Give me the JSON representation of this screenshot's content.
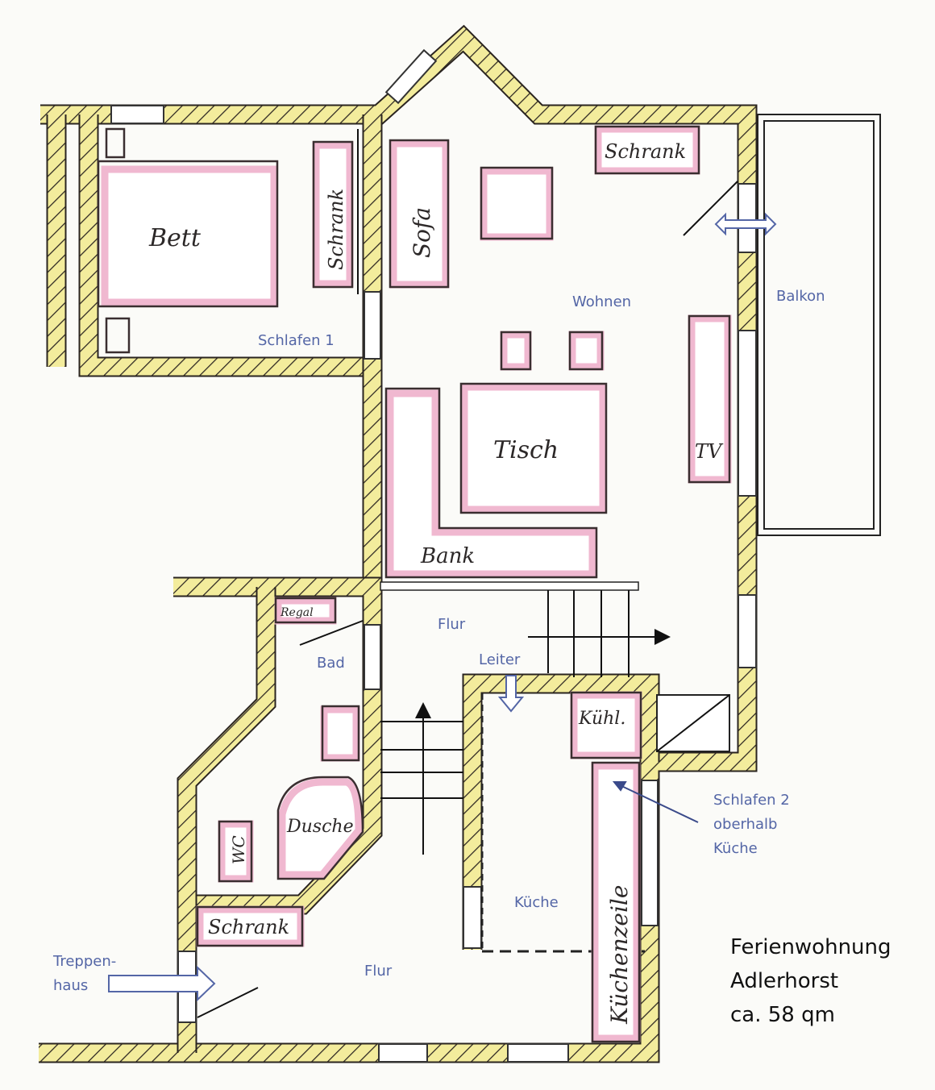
{
  "title": {
    "line1": "Ferienwohnung",
    "line2": "Adlerhorst",
    "line3": "ca. 58 qm"
  },
  "rooms": {
    "schlafen1": "Schlafen 1",
    "wohnen": "Wohnen",
    "balkon": "Balkon",
    "flur_upper": "Flur",
    "bad": "Bad",
    "leiter": "Leiter",
    "schlafen2_l1": "Schlafen 2",
    "schlafen2_l2": "oberhalb",
    "schlafen2_l3": "Küche",
    "kueche": "Küche",
    "treppenhaus_l1": "Treppen-",
    "treppenhaus_l2": "haus",
    "flur_lower": "Flur"
  },
  "furniture": {
    "bett": "Bett",
    "schrank_bed": "Schrank",
    "sofa": "Sofa",
    "schrank_living": "Schrank",
    "tisch": "Tisch",
    "bank": "Bank",
    "tv": "TV",
    "regal": "Regal",
    "kuehl": "Kühl.",
    "dusche": "Dusche",
    "wc": "WC",
    "kuechenzeile": "Küchenzeile",
    "schrank_flur": "Schrank"
  },
  "colors": {
    "wall": "#f3ec9c",
    "furniture": "#f0b8d0",
    "label": "#5466a6"
  }
}
